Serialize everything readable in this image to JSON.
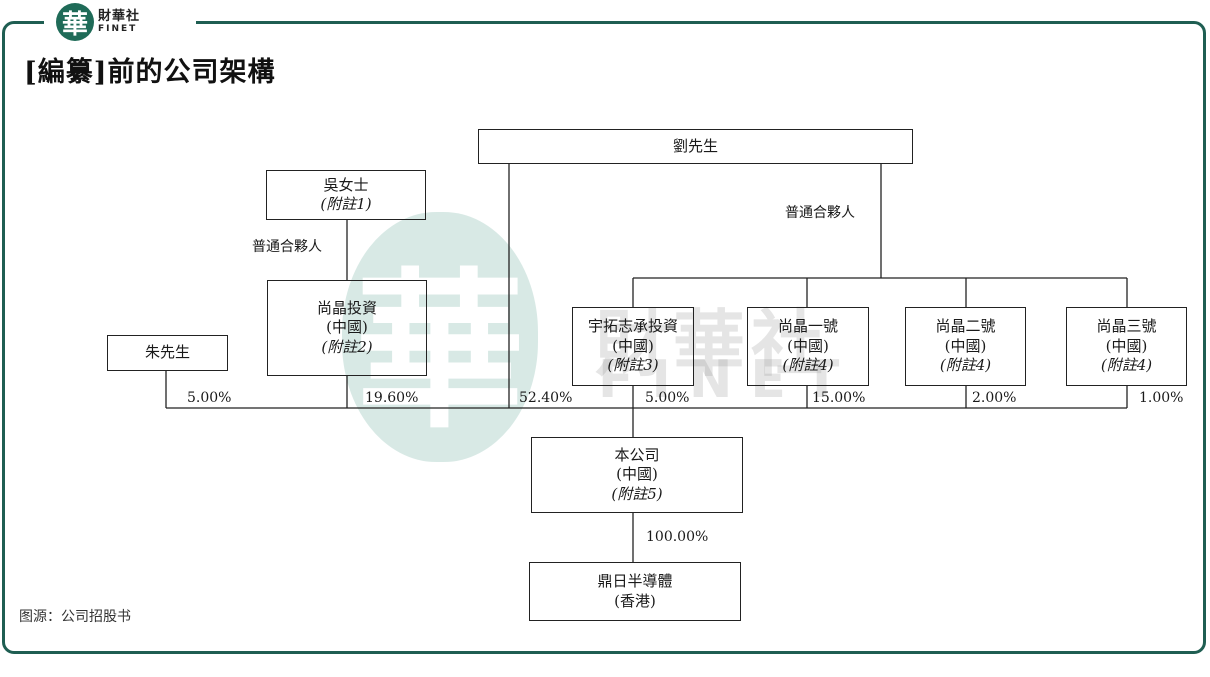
{
  "header": {
    "logo_glyph": "華",
    "logo_cn": "財華社",
    "logo_en": "FINET",
    "title": "[編纂]前的公司架構"
  },
  "watermark": {
    "glyph": "華",
    "cn": "財華社",
    "en": "FINET"
  },
  "entities": {
    "liu": {
      "name": "劉先生"
    },
    "wu": {
      "name": "吳女士",
      "note": "(附註1)"
    },
    "zhu": {
      "name": "朱先生"
    },
    "shangjing_invest": {
      "name": "尚晶投資",
      "region": "(中國)",
      "note": "(附註2)"
    },
    "yutuo": {
      "name": "宇拓志承投資",
      "region": "(中國)",
      "note": "(附註3)"
    },
    "sj1": {
      "name": "尚晶一號",
      "region": "(中國)",
      "note": "(附註4)"
    },
    "sj2": {
      "name": "尚晶二號",
      "region": "(中國)",
      "note": "(附註4)"
    },
    "sj3": {
      "name": "尚晶三號",
      "region": "(中國)",
      "note": "(附註4)"
    },
    "company": {
      "name": "本公司",
      "region": "(中國)",
      "note": "(附註5)"
    },
    "subsidiary": {
      "name": "鼎日半導體",
      "region": "(香港)"
    }
  },
  "relations": {
    "gp_left": "普通合夥人",
    "gp_right": "普通合夥人"
  },
  "percentages": {
    "zhu": "5.00%",
    "shangjing_invest": "19.60%",
    "liu": "52.40%",
    "yutuo": "5.00%",
    "sj1": "15.00%",
    "sj2": "2.00%",
    "sj3": "1.00%",
    "subsidiary": "100.00%"
  },
  "footer": {
    "source": "图源：公司招股书"
  },
  "colors": {
    "frame": "#1f5e52",
    "logo": "#1f6b58",
    "watermark": "#2e8a76"
  }
}
